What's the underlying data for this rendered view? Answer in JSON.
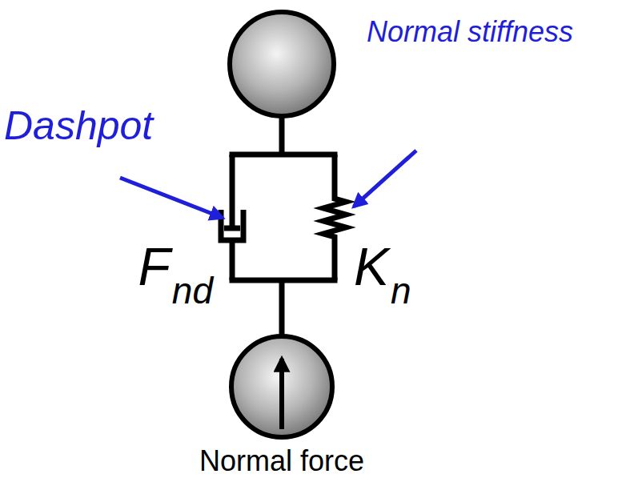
{
  "diagram": {
    "labels": [
      "Dashpot",
      "Normal stiffness",
      "F",
      "nd",
      "K",
      "n",
      "Normal force"
    ]
  }
}
